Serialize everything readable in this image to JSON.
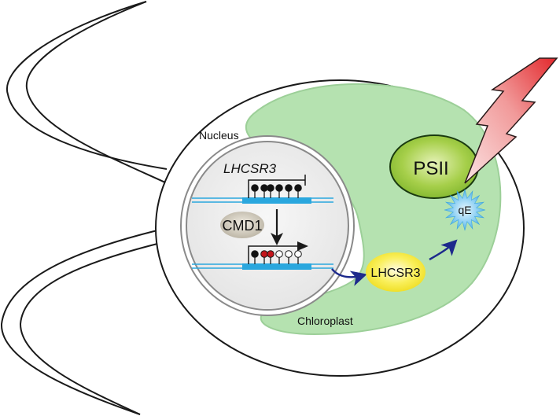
{
  "labels": {
    "nucleus": "Nucleus",
    "chloroplast": "Chloroplast",
    "gene": "LHCSR3",
    "cmd1": "CMD1",
    "protein": "LHCSR3",
    "psii": "PSII",
    "qe": "qE"
  },
  "gene_states": {
    "repressed": {
      "promoter": "blocked",
      "methylation_marks": [
        "methylated",
        "methylated",
        "methylated",
        "methylated",
        "methylated",
        "methylated"
      ]
    },
    "active": {
      "promoter": "active",
      "methylation_marks": [
        "methylated",
        "demethylating",
        "demethylating",
        "unmethylated",
        "unmethylated",
        "unmethylated"
      ]
    }
  },
  "colors": {
    "chloroplast": "#b5e2b0",
    "chloroplast_edge": "#9ccf98",
    "nucleus_fill": "#ececec",
    "dna": "#2aa7de",
    "methylated": "#111111",
    "demethylating": "#c4161c",
    "unmethylated": "#ffffff",
    "psii": "#8fc23a",
    "lhcsr3": "#f3e62a",
    "qe": "#5bb8e8",
    "arrow_blue": "#1d2a8c",
    "lightning": "#e8363a"
  },
  "icons": {
    "light": "lightning-bolt-icon",
    "expression_arrow": "down-arrow-icon"
  }
}
